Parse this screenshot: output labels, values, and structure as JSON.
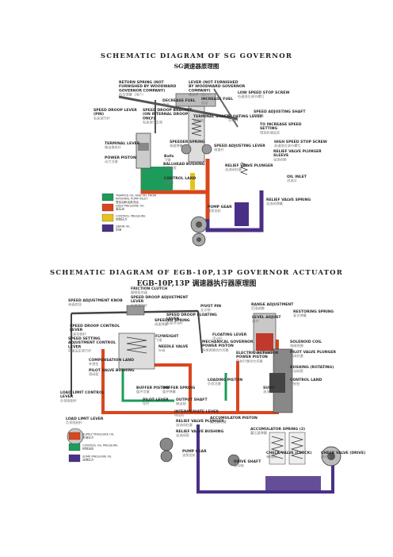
{
  "diagram1": {
    "title_en": "SCHEMATIC DIAGRAM OF SG GOVERNOR",
    "title_zh": "SG调速器原理图",
    "labels": [
      {
        "en": "RETURN SPRING (NOT FURNISHED BY WOODWARD GOVERNOR COMPANY)",
        "zh": "回位弹簧（用户）"
      },
      {
        "en": "LEVER (NOT FURNISHED BY WOODWARD GOVERNOR COMPANY)",
        "zh": "操纵杆（用户）"
      },
      {
        "en": "LOW SPEED STOP SCREW",
        "zh": "低速限位调节螺钉"
      },
      {
        "en": "INCREASE FUEL",
        "zh": "加油"
      },
      {
        "en": "DECREASE FUEL",
        "zh": "减油"
      },
      {
        "en": "SPEED DROOP LEVER (PIN)",
        "zh": "有差调节杆"
      },
      {
        "en": "SPEED DROOP BRACKET (ON INTERNAL DROOP ONLY)",
        "zh": "有差调节支架"
      },
      {
        "en": "TERMINAL SHAFT",
        "zh": "输出轴"
      },
      {
        "en": "FLOATING LEVER",
        "zh": "浮动杆"
      },
      {
        "en": "SPEED ADJUSTING SHAFT",
        "zh": "调速轴"
      },
      {
        "en": "TO INCREASE SPEED SETTING",
        "zh": "增加转速设定"
      },
      {
        "en": "TERMINAL LEVER",
        "zh": "输出操纵杆"
      },
      {
        "en": "SPEEDER SPRING",
        "zh": "调速弹簧"
      },
      {
        "en": "HIGH SPEED STOP SCREW",
        "zh": "高速限位调节螺钉"
      },
      {
        "en": "Balls",
        "zh": "飞锤"
      },
      {
        "en": "SPEED ADJUSTING LEVER",
        "zh": "调速杆"
      },
      {
        "en": "RELIEF VALVE PLUNGER SLEEVE",
        "zh": "溢流阀套"
      },
      {
        "en": "POWER PISTON",
        "zh": "动力活塞"
      },
      {
        "en": "BALLHEAD BUSHING",
        "zh": "飞锤座套"
      },
      {
        "en": "RELIEF VALVE PLUNGER",
        "zh": "溢流阀柱塞"
      },
      {
        "en": "OIL INLET",
        "zh": "进油口"
      },
      {
        "en": "CONTROL LAND",
        "zh": "控制台"
      },
      {
        "en": "PUMP GEAR",
        "zh": "油泵齿轮"
      },
      {
        "en": "RELIEF VALVE SPRING",
        "zh": "溢流阀弹簧"
      }
    ],
    "legend": [
      {
        "en": "TRAPPED OIL AND OIL FROM INTERNAL PUMP INLET",
        "zh": "受控油和油泵进油",
        "color": "#1d9b5a"
      },
      {
        "en": "HIGH PRESSURE OIL",
        "zh": "高压油",
        "color": "#d9461e"
      },
      {
        "en": "CONTROL PRESSURE",
        "zh": "控制压力",
        "color": "#e8c21c"
      },
      {
        "en": "DRAIN OIL",
        "zh": "回油",
        "color": "#4a2f86"
      }
    ]
  },
  "diagram2": {
    "title_en": "SCHEMATIC DIAGRAM OF EGB-10P,13P GOVERNOR ACTUATOR",
    "title_zh": "EGB-10P,13P 调速器执行器原理图",
    "labels": [
      {
        "en": "FRICTION CLUTCH",
        "zh": "摩擦离合器"
      },
      {
        "en": "SPEED DROOP ADJUSTMENT LEVER",
        "zh": "有差调节杆"
      },
      {
        "en": "SPEED ADJUSTMENT KNOB",
        "zh": "调速旋钮"
      },
      {
        "en": "PIVOT PIN",
        "zh": "支点销"
      },
      {
        "en": "RANGE ADJUSTMENT",
        "zh": "范围调整"
      },
      {
        "en": "SPEED DROOP FLOATING LEVER",
        "zh": "有差浮动杆"
      },
      {
        "en": "RESTORING SPRING",
        "zh": "复位弹簧"
      },
      {
        "en": "LEVEL ADJUST",
        "zh": "调节"
      },
      {
        "en": "SPEED DROOP CONTROL LEVER",
        "zh": "有差控制杆"
      },
      {
        "en": "SPEEDER SPRING",
        "zh": "调速弹簧"
      },
      {
        "en": "FLYWEIGHT",
        "zh": "飞锤"
      },
      {
        "en": "NEEDLE VALVE",
        "zh": "针阀"
      },
      {
        "en": "FLOATING LEVER",
        "zh": "浮动杆"
      },
      {
        "en": "SOLENOID COIL",
        "zh": "电磁线圈"
      },
      {
        "en": "SPEED SETTING ADJUSTMENT CONTROL LEVER",
        "zh": "转速设定调节杆"
      },
      {
        "en": "COMPENSATION LAND",
        "zh": "补偿台"
      },
      {
        "en": "MECHANICAL GOVERNOR POWER PISTON",
        "zh": "机械调速动力活塞"
      },
      {
        "en": "ELECTRIC ACTUATOR POWER PISTON",
        "zh": "电执行器动力活塞"
      },
      {
        "en": "PILOT VALVE PLUNGER",
        "zh": "滑阀柱塞"
      },
      {
        "en": "PILOT VALVE BUSHING",
        "zh": "滑阀套"
      },
      {
        "en": "BUSHING (ROTATING)",
        "zh": "转动阀套"
      },
      {
        "en": "CONTROL LAND",
        "zh": "控制台"
      },
      {
        "en": "LOAD LIMIT CONTROL LEVER",
        "zh": "负荷限制杆"
      },
      {
        "en": "BUFFER PISTON",
        "zh": "缓冲活塞"
      },
      {
        "en": "BUFFER SPRING",
        "zh": "缓冲弹簧"
      },
      {
        "en": "LOADING PISTON",
        "zh": "负荷活塞"
      },
      {
        "en": "SUMP",
        "zh": "油池"
      },
      {
        "en": "PILOT LEVER",
        "zh": "导杆"
      },
      {
        "en": "OUTPUT SHAFT",
        "zh": "输出轴"
      },
      {
        "en": "INTERMEDIATE LEVER",
        "zh": "中间杆"
      },
      {
        "en": "RELIEF VALVE PLUNGER",
        "zh": "溢流阀柱塞"
      },
      {
        "en": "RELIEF VALVE BUSHING",
        "zh": "溢流阀套"
      },
      {
        "en": "ACCUMULATOR PISTON",
        "zh": "蓄压器活塞"
      },
      {
        "en": "ACCUMULATOR SPRING (2)",
        "zh": "蓄压器弹簧"
      },
      {
        "en": "PUMP GEAR",
        "zh": "油泵齿轮"
      },
      {
        "en": "CHECK VALVE (CLOCK)",
        "zh": "单向阀"
      },
      {
        "en": "CHECK VALVE (DRIVE)",
        "zh": "单向阀"
      },
      {
        "en": "DRIVE SHAFT",
        "zh": "驱动轴"
      },
      {
        "en": "LOAD LIMIT LEVER",
        "zh": "负荷限制杆"
      }
    ],
    "legend": [
      {
        "en": "SUPPLY PRESSURE OIL",
        "zh": "供油压力",
        "color": "#d9461e"
      },
      {
        "en": "CONTROL OIL PRESSURE",
        "zh": "控制油压",
        "color": "#1d9b5a"
      },
      {
        "en": "SUMP PRESSURE OIL",
        "zh": "油池压力",
        "color": "#4a2f86"
      }
    ]
  }
}
